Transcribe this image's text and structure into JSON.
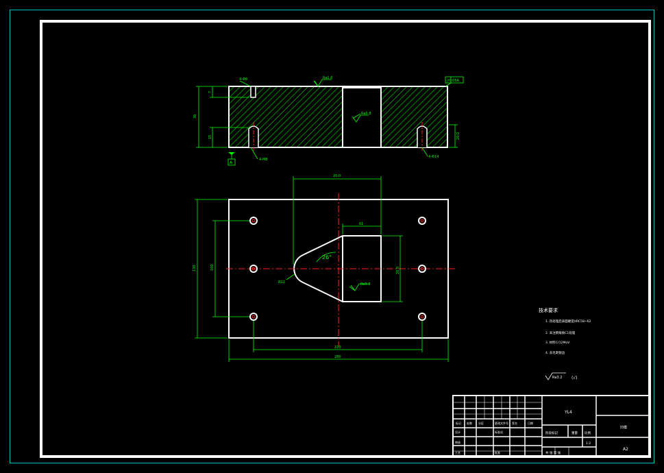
{
  "colors": {
    "background": "#000000",
    "border": "#ffffff",
    "outer_frame": "#00bfbf",
    "dimension": "#00ff00",
    "hatch": "#00a000",
    "centerline": "#ff2020",
    "title_text": "#ffffff"
  },
  "top_view": {
    "surface_symbol": "Ra1.6",
    "flatness_tolerance": "//0.05A",
    "pocket_roughness": "Ra0.8",
    "datum": "A",
    "dim_left_total": "36",
    "dim_left_upper": "7",
    "dim_left_lower": "15",
    "dim_right": "20.0",
    "hole_callout_top": "4-Φ8",
    "hole_callout_bottom_left": "4-M8",
    "hole_callout_bottom_right": "4-Φ14"
  },
  "plan_view": {
    "dim_opening_width": "20.0",
    "dim_pocket_width": "61",
    "dim_pocket_height": "20.0",
    "angle": "26°",
    "radius": "R12",
    "pocket_roughness": "Ra0.8",
    "dim_height_outer": "130",
    "dim_height_inner": "100",
    "dim_hole_span": "220",
    "dim_overall_width": "280"
  },
  "notes": {
    "heading": "技术要求",
    "items": [
      "1. 热处理后表面硬度HRC58~62",
      "2. 未注倒角按C1处理",
      "3. 材料Cr12MoV",
      "4. 去毛刺锐边"
    ],
    "roughness_general": "Ra3.2",
    "roughness_other": "(√)"
  },
  "title_block": {
    "part_name": "凹模",
    "drawing_code": "YL4",
    "sheet_size": "A2",
    "material_label": "阶段标记",
    "weight_label": "重量",
    "scale_label": "比例",
    "scale_value": "1:2",
    "sheet_label": "共 张 第 张",
    "row_labels": [
      "标记",
      "处数",
      "分区",
      "更改文件号",
      "签名",
      "日期"
    ],
    "role_labels": [
      "设计",
      "标准化",
      "审核",
      "工艺",
      "批准"
    ]
  }
}
